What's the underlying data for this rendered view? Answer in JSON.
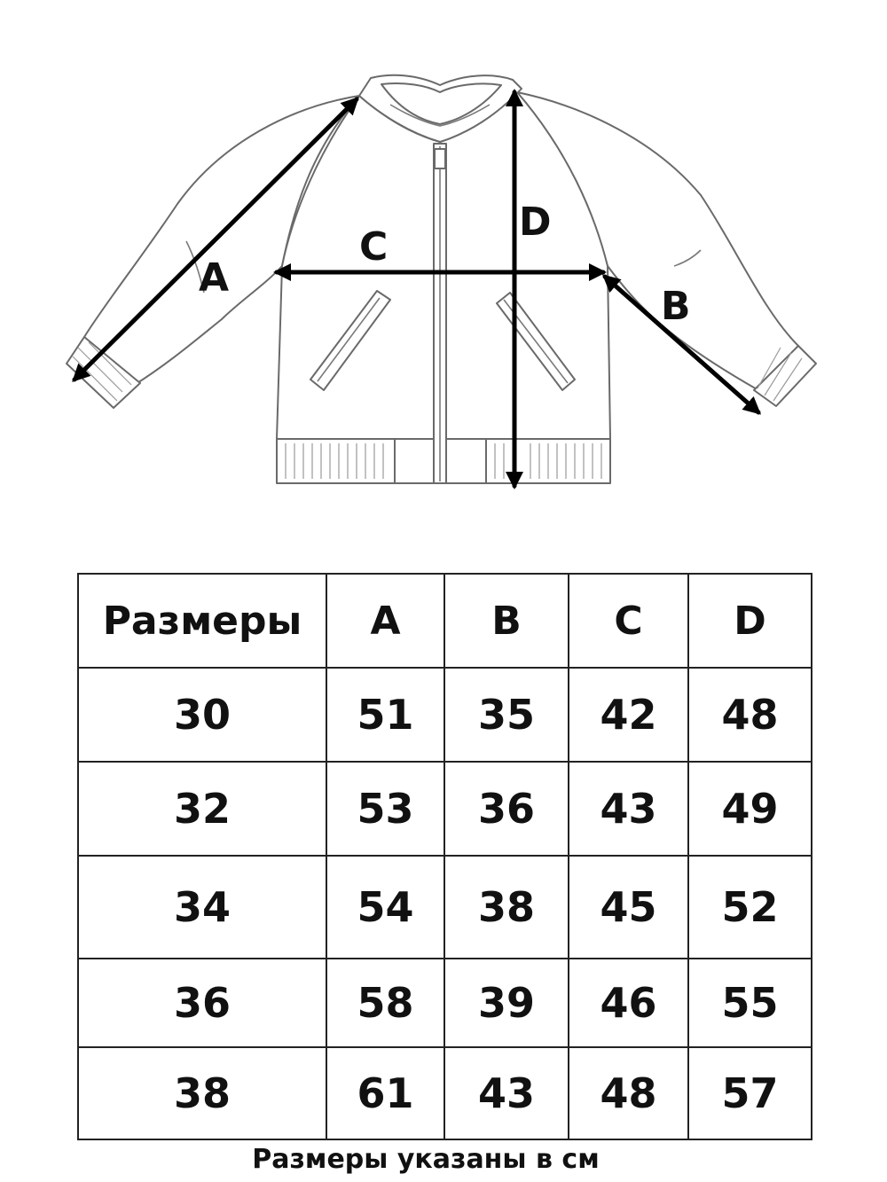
{
  "measurements": {
    "a": "A",
    "b": "B",
    "c": "C",
    "d": "D"
  },
  "table": {
    "header": [
      "Размеры",
      "A",
      "B",
      "C",
      "D"
    ],
    "rows": [
      [
        "30",
        "51",
        "35",
        "42",
        "48"
      ],
      [
        "32",
        "53",
        "36",
        "43",
        "49"
      ],
      [
        "34",
        "54",
        "38",
        "45",
        "52"
      ],
      [
        "36",
        "58",
        "39",
        "46",
        "55"
      ],
      [
        "38",
        "61",
        "43",
        "48",
        "57"
      ]
    ]
  },
  "footnote": "Размеры указаны в см"
}
